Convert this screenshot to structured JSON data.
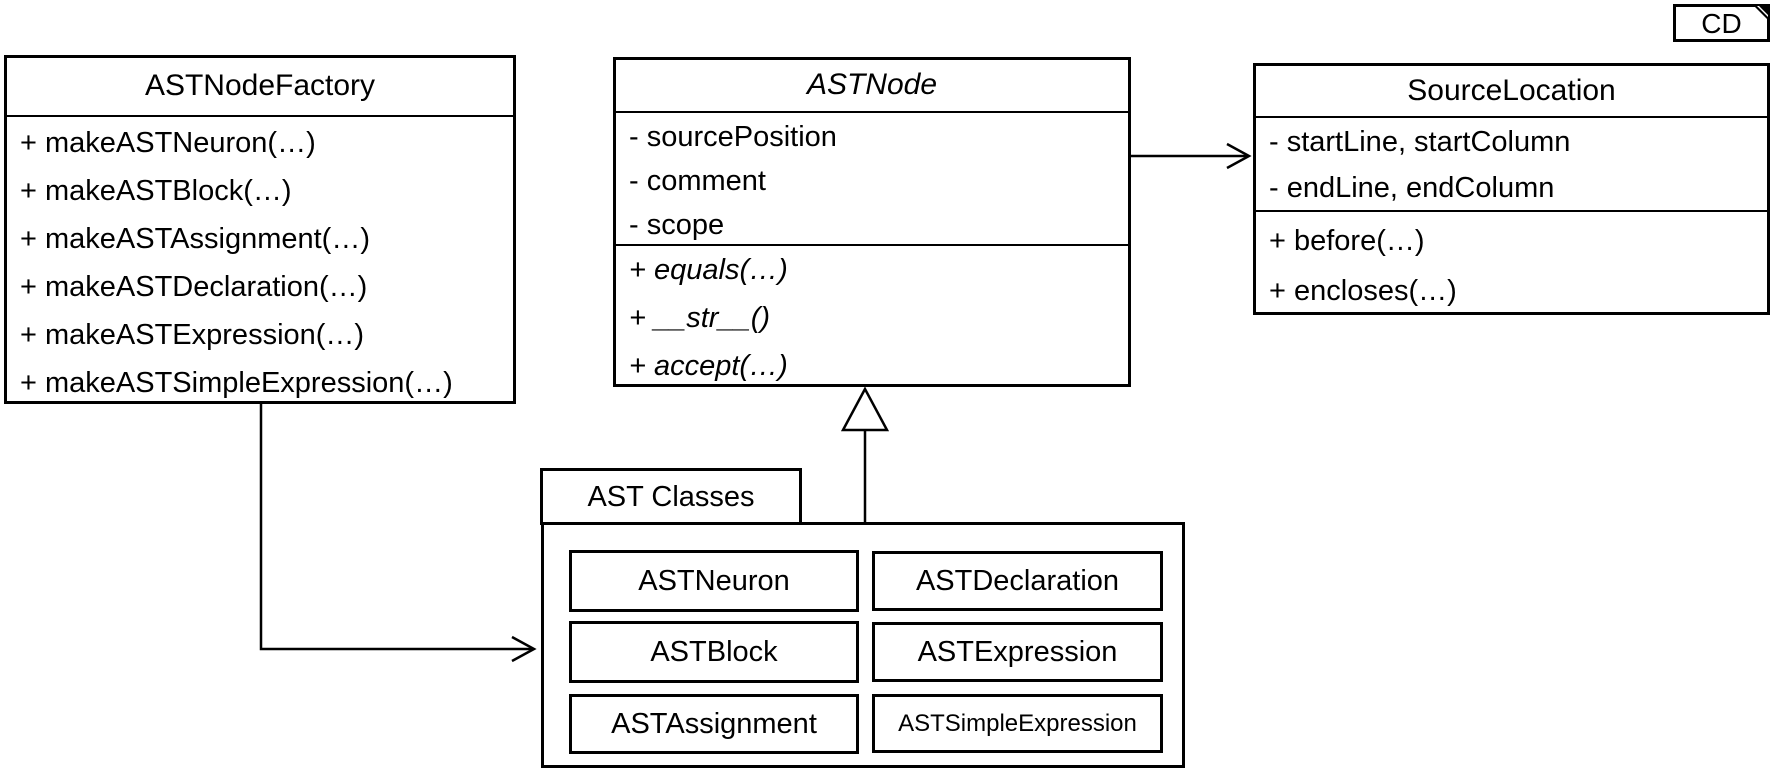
{
  "frame": {
    "label": "CD"
  },
  "colors": {
    "line": "#000000",
    "background": "#ffffff"
  },
  "classes": {
    "factory": {
      "title": "ASTNodeFactory",
      "methods": [
        "+ makeASTNeuron(…)",
        "+ makeASTBlock(…)",
        "+ makeASTAssignment(…)",
        "+ makeASTDeclaration(…)",
        "+ makeASTExpression(…)",
        "+ makeASTSimpleExpression(…)"
      ]
    },
    "astnode": {
      "title": "ASTNode",
      "stereotype": "abstract",
      "attributes": [
        "- sourcePosition",
        "- comment",
        "- scope"
      ],
      "methods": [
        "+ equals(…)",
        "+ __str__()",
        "+ accept(…)"
      ]
    },
    "sourcelocation": {
      "title": "SourceLocation",
      "attributes": [
        "- startLine, startColumn",
        "- endLine, endColumn"
      ],
      "methods": [
        "+ before(…)",
        "+ encloses(…)"
      ]
    },
    "package": {
      "title": "AST Classes",
      "members": [
        "ASTNeuron",
        "ASTDeclaration",
        "ASTBlock",
        "ASTExpression",
        "ASTAssignment",
        "ASTSimpleExpression"
      ]
    }
  },
  "relations": [
    {
      "from": "ASTNode",
      "to": "SourceLocation",
      "type": "association-arrow"
    },
    {
      "from": "AST Classes",
      "to": "ASTNode",
      "type": "generalization"
    },
    {
      "from": "ASTNodeFactory",
      "to": "AST Classes",
      "type": "association-arrow"
    }
  ]
}
